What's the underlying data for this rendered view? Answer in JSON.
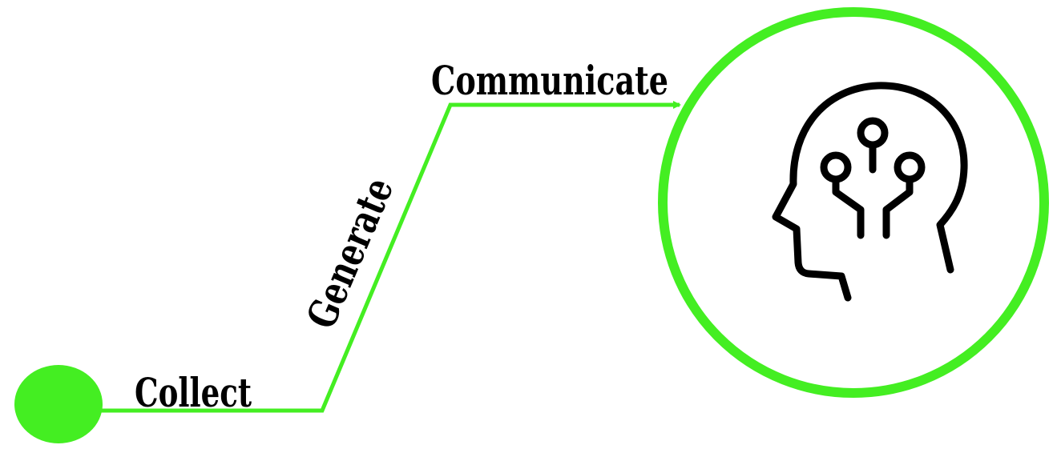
{
  "steps": {
    "collect": "Collect",
    "generate": "Generate",
    "communicate": "Communicate"
  },
  "icons": {
    "start": "start-dot",
    "end": "head-circuit-icon"
  },
  "colors": {
    "accent": "#44ee22",
    "ink": "#000000",
    "background": "#ffffff"
  }
}
